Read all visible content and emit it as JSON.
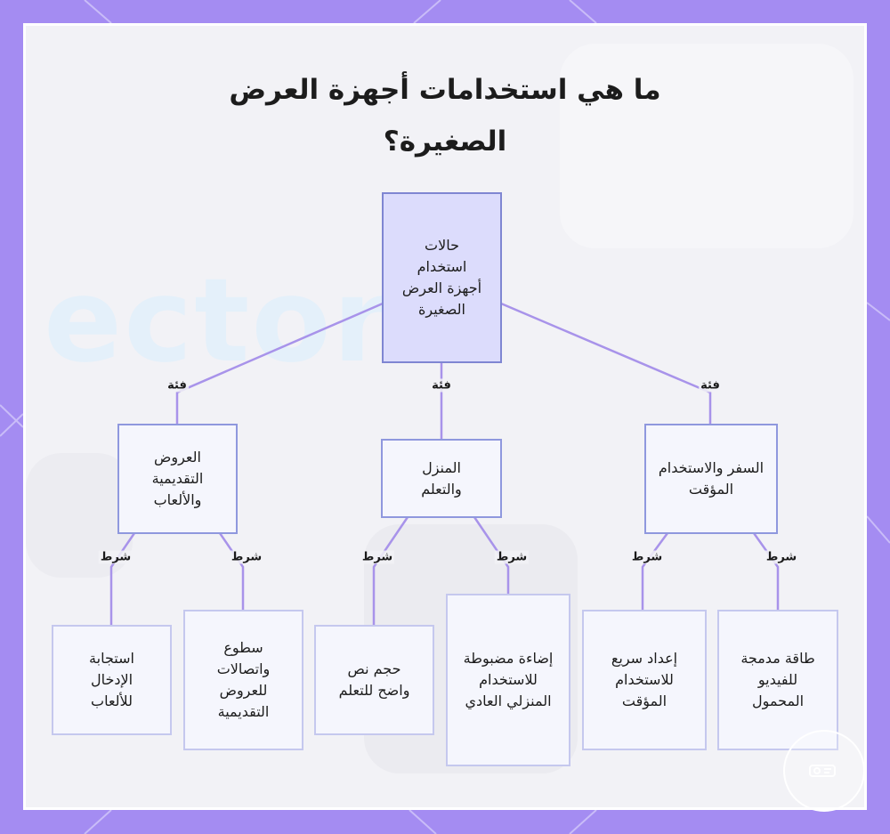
{
  "diagram": {
    "title": "ما هي استخدامات أجهزة العرض الصغيرة؟",
    "background_word": "ector?",
    "edge_labels": {
      "category": "فئة",
      "condition": "شرط"
    },
    "root": {
      "label": "حالات استخدام أجهزة العرض الصغيرة"
    },
    "categories": [
      {
        "label": "العروض التقديمية والألعاب"
      },
      {
        "label": "المنزل والتعلم"
      },
      {
        "label": "السفر والاستخدام المؤقت"
      }
    ],
    "leaves": [
      {
        "label": "استجابة الإدخال للألعاب"
      },
      {
        "label": "سطوع واتصالات للعروض التقديمية"
      },
      {
        "label": "حجم نص واضح للتعلم"
      },
      {
        "label": "إضاءة مضبوطة للاستخدام المنزلي العادي"
      },
      {
        "label": "إعداد سريع للاستخدام المؤقت"
      },
      {
        "label": "طاقة مدمجة للفيديو المحمول"
      }
    ]
  },
  "colors": {
    "frame": "#a48cf2",
    "card": "#f2f2f6",
    "edge": "#a893ea",
    "root_fill": "#dcdcfc",
    "root_border": "#7f86d2",
    "node_fill": "#f5f6fd"
  }
}
